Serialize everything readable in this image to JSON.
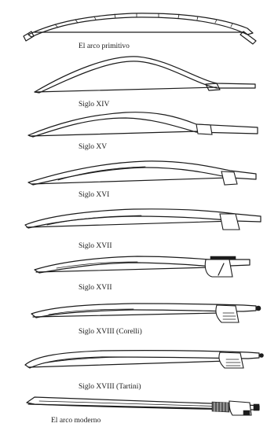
{
  "figure": {
    "bows": [
      {
        "label": "El arco primitivo"
      },
      {
        "label": "Siglo XIV"
      },
      {
        "label": "Siglo XV"
      },
      {
        "label": "Siglo XVI"
      },
      {
        "label": "Siglo XVII"
      },
      {
        "label": "Siglo XVII"
      },
      {
        "label": "Siglo XVIII (Corelli)"
      },
      {
        "label": "Siglo XVIII (Tartini)"
      },
      {
        "label": "El arco moderno"
      }
    ]
  }
}
